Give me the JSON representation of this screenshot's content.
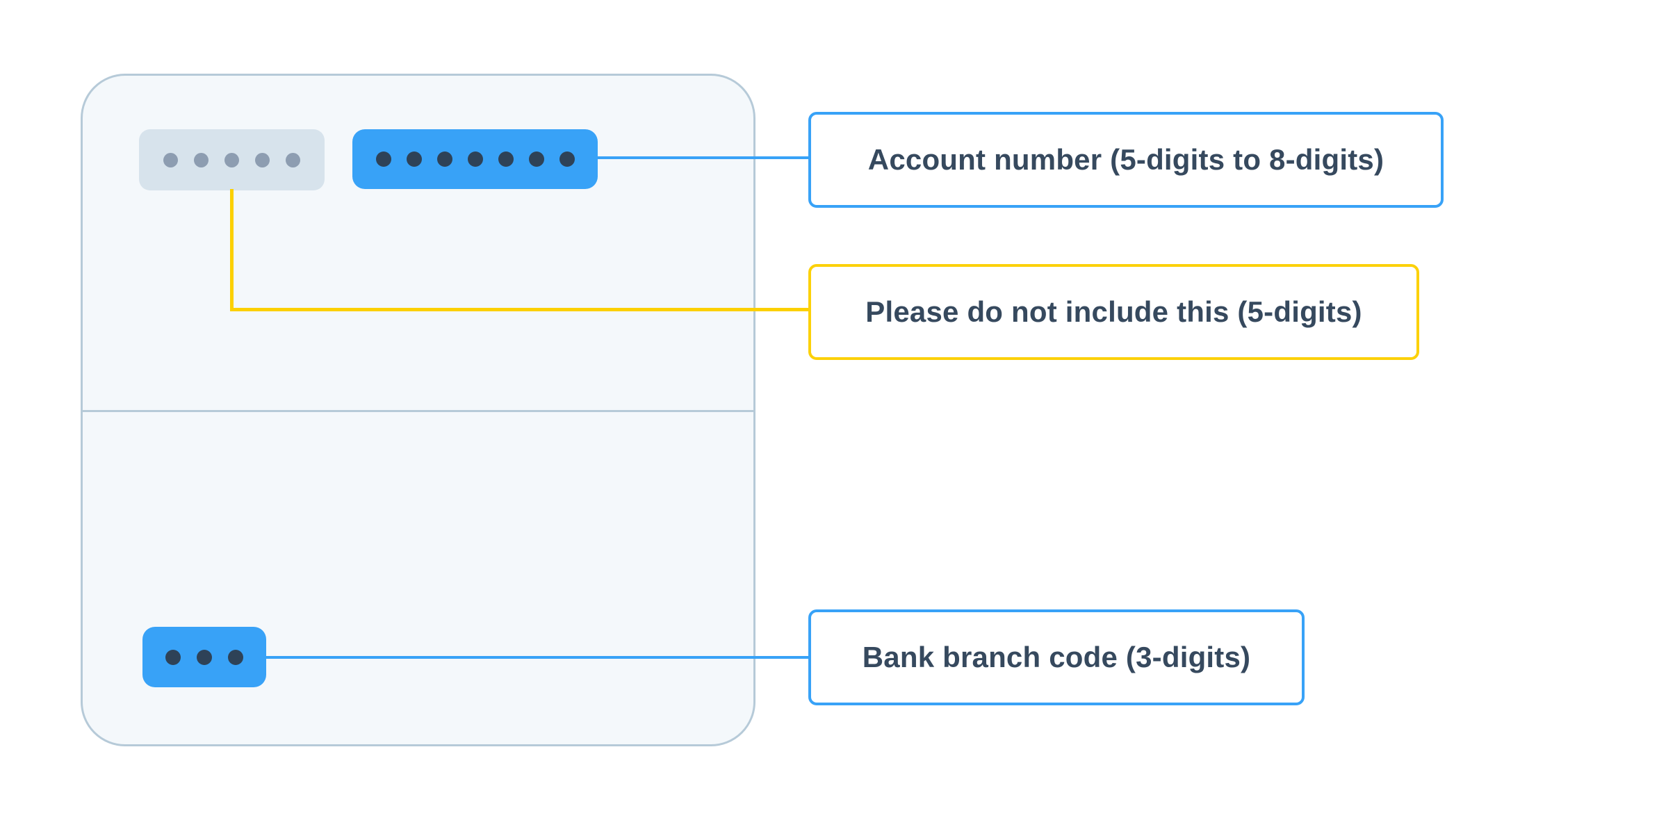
{
  "diagram": {
    "description_labels": [],
    "card": {
      "sections": 2,
      "background": "#F4F8FB",
      "border_color": "#B6CAD8"
    },
    "pills": [
      {
        "id": "sort-code-masked",
        "dots": 5,
        "fill": "#D7E3EC",
        "dot_color": "#8D9DB1"
      },
      {
        "id": "account-number-masked",
        "dots": 7,
        "fill": "#38A2F7",
        "dot_color": "#2E4257"
      },
      {
        "id": "branch-code-masked",
        "dots": 3,
        "fill": "#38A2F7",
        "dot_color": "#2E4257"
      }
    ],
    "callouts": [
      {
        "id": "account-number",
        "text": "Account number (5-digits to 8-digits)",
        "accent": "#38A2F7"
      },
      {
        "id": "do-not-include",
        "text": "Please do not include this (5-digits)",
        "accent": "#FCD10A"
      },
      {
        "id": "branch-code",
        "text": "Bank branch code (3-digits)",
        "accent": "#38A2F7"
      }
    ],
    "colors": {
      "accent_blue": "#38A2F7",
      "accent_yellow": "#FCD000",
      "text_navy": "#36495E",
      "dot_navy": "#2E4257",
      "dot_gray": "#8D9DB1",
      "pill_gray": "#D7E3EC",
      "card_bg": "#F4F8FB",
      "card_border": "#B6CAD8",
      "page_bg": "#ffffff"
    }
  }
}
